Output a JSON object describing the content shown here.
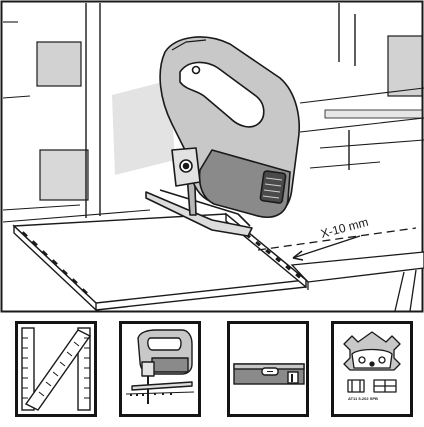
{
  "main_illustration": {
    "measurement_label": "X-10 mm",
    "icon": "jigsaw-cutting-panel"
  },
  "tools": [
    {
      "icon": "folding-ruler-icon"
    },
    {
      "icon": "jigsaw-icon"
    },
    {
      "icon": "spirit-level-icon"
    },
    {
      "icon": "spacer-clip-icon",
      "model_label": "AT11 5-202 SPB"
    }
  ],
  "colors": {
    "line": "#1a1a1a",
    "wall_grey": "#d2d2d2",
    "dark_grey": "#8a8a8a",
    "blade": "#b8b8b8"
  }
}
